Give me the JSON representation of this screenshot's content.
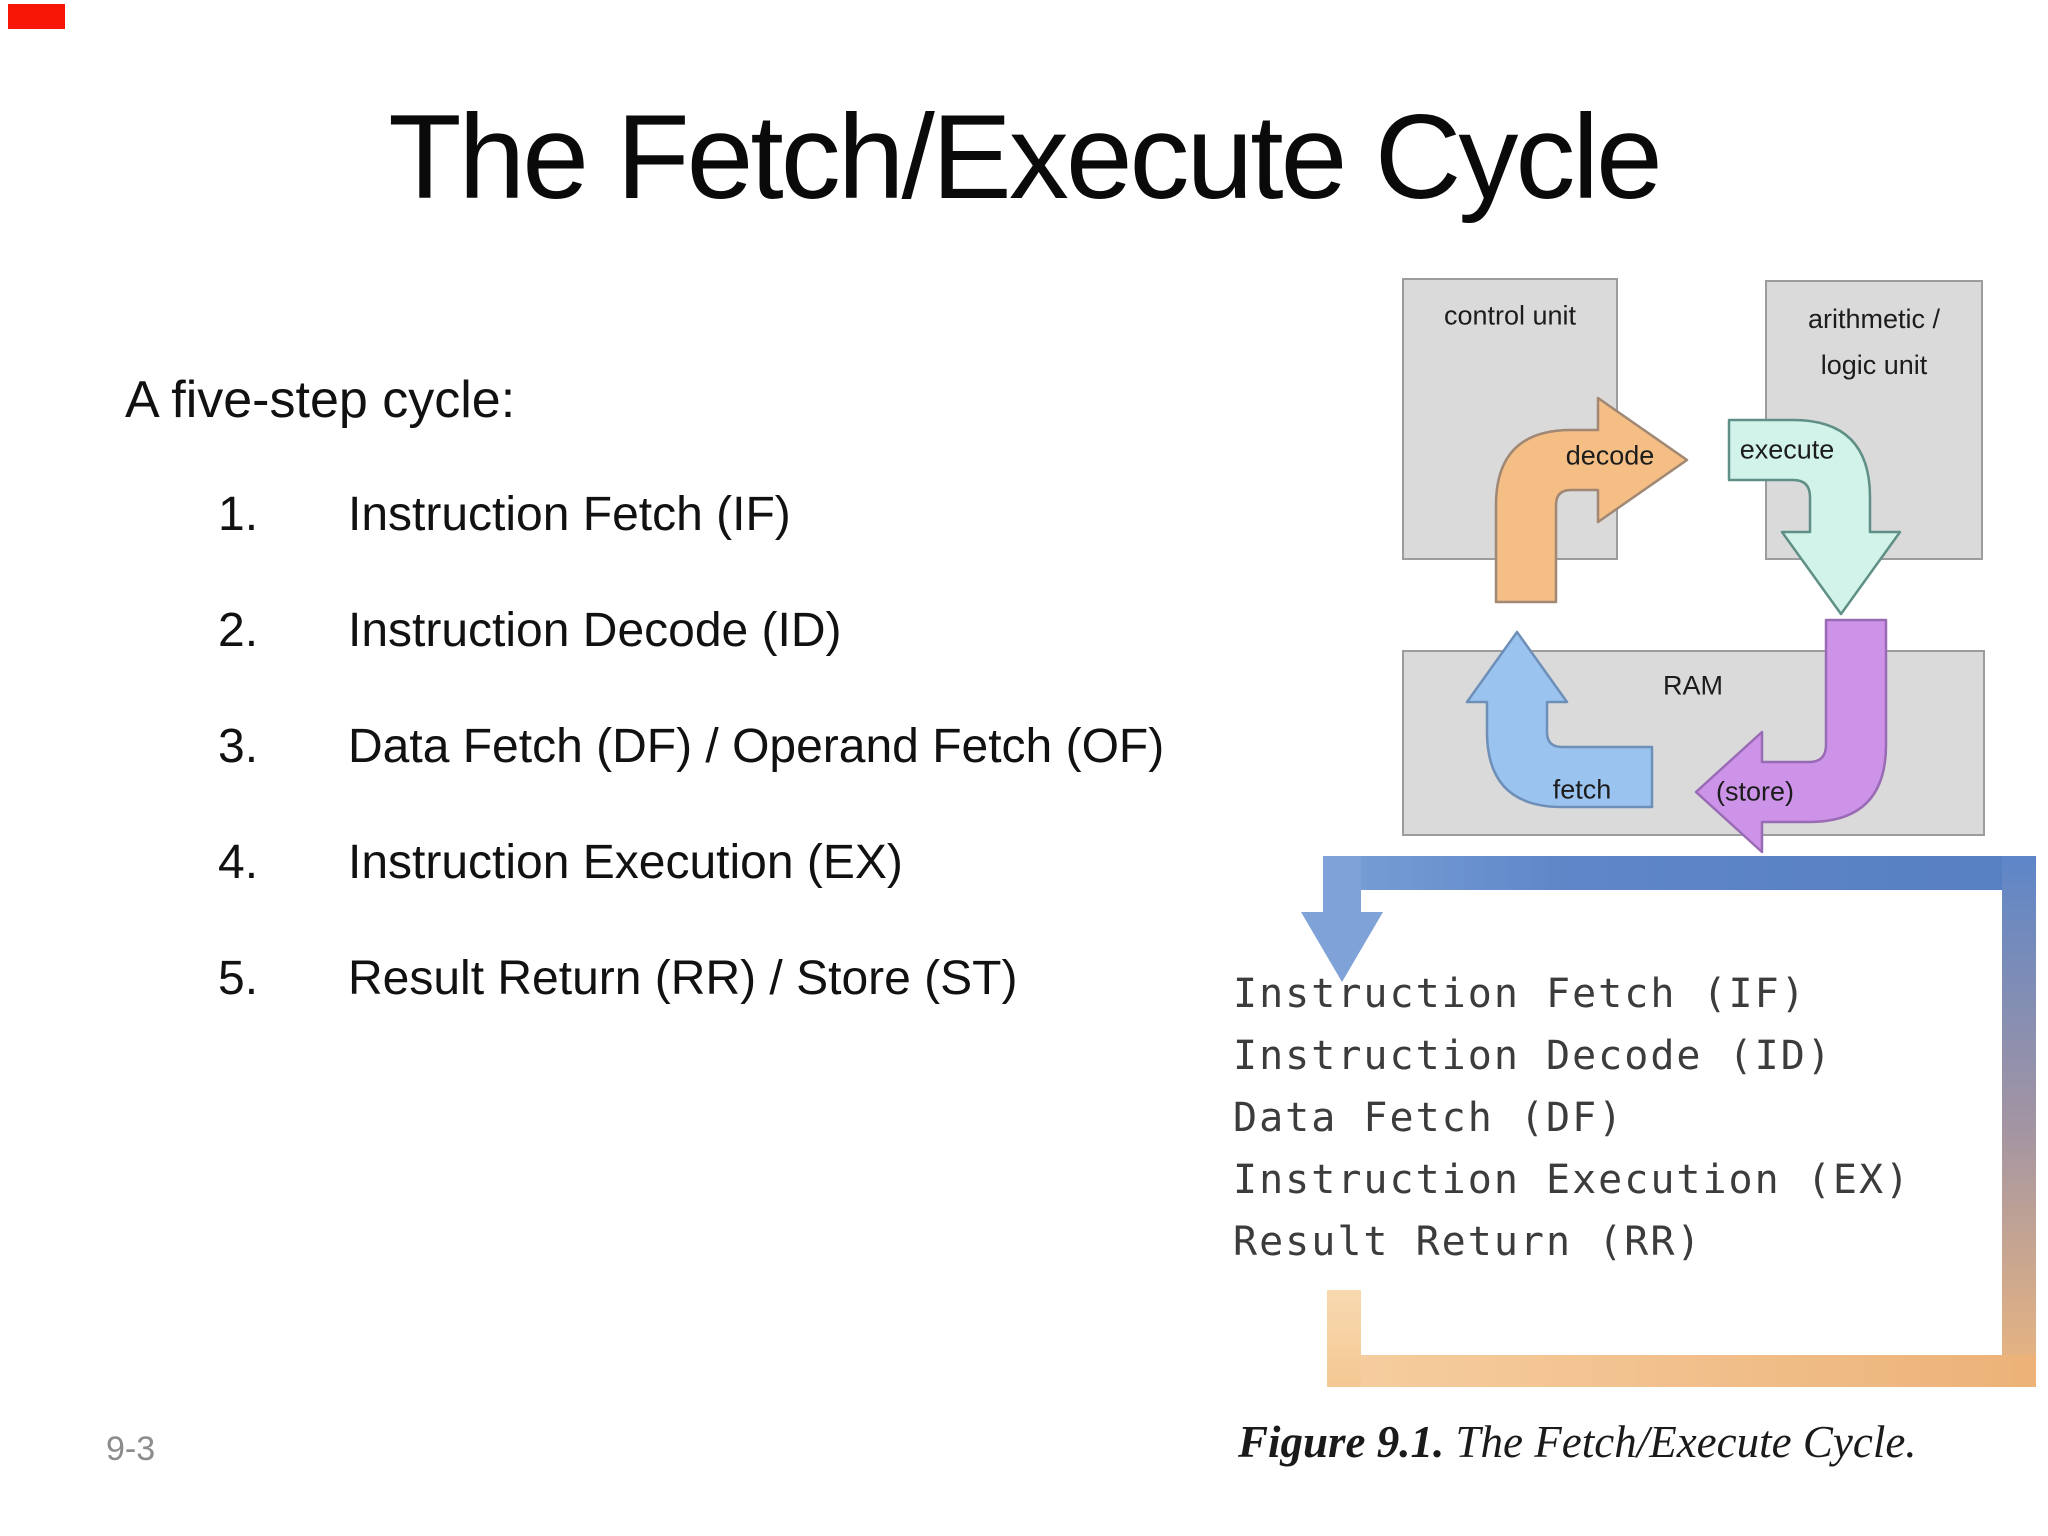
{
  "slide": {
    "title": "The Fetch/Execute Cycle",
    "intro": "A five-step cycle:",
    "steps": [
      {
        "num": "1.",
        "label": "Instruction Fetch (IF)"
      },
      {
        "num": "2.",
        "label": "Instruction Decode (ID)"
      },
      {
        "num": "3.",
        "label": "Data Fetch (DF) / Operand Fetch (OF)"
      },
      {
        "num": "4.",
        "label": "Instruction Execution (EX)"
      },
      {
        "num": "5.",
        "label": "Result Return (RR) / Store (ST)"
      }
    ],
    "page_number": "9-3"
  },
  "diagram": {
    "control_unit_label": "control unit",
    "alu_label_line1": "arithmetic /",
    "alu_label_line2": "logic unit",
    "ram_label": "RAM",
    "decode_label": "decode",
    "execute_label": "execute",
    "fetch_label": "fetch",
    "store_label": "(store)"
  },
  "figure": {
    "lines": [
      "Instruction Fetch (IF)",
      "Instruction Decode (ID)",
      "Data Fetch (DF)",
      "Instruction Execution (EX)",
      "Result Return (RR)"
    ],
    "caption_bold": "Figure 9.1.",
    "caption_rest": " The Fetch/Execute Cycle."
  },
  "colors": {
    "red_marker": "#f71505",
    "box_fill": "#DADADA",
    "box_border": "#9C9C9C",
    "decode_fill": "#F5BE85",
    "decode_stroke": "#A08874",
    "execute_fill": "#D2F3EA",
    "execute_stroke": "#5F8F86",
    "fetch_fill": "#9AC4EF",
    "fetch_stroke": "#6E8FB8",
    "store_fill": "#CD93E8",
    "store_stroke": "#9A6BB5",
    "loop_blue": "#5E86C8",
    "loop_blue_light": "#7FA3D8",
    "loop_mauve": "#A294A3",
    "loop_orange": "#EDB77E",
    "loop_orange_light": "#F8D9B0",
    "figure_text": "#3C3C3C",
    "caption_color": "#1a1a1a",
    "page_number_color": "#8c8c8c"
  }
}
